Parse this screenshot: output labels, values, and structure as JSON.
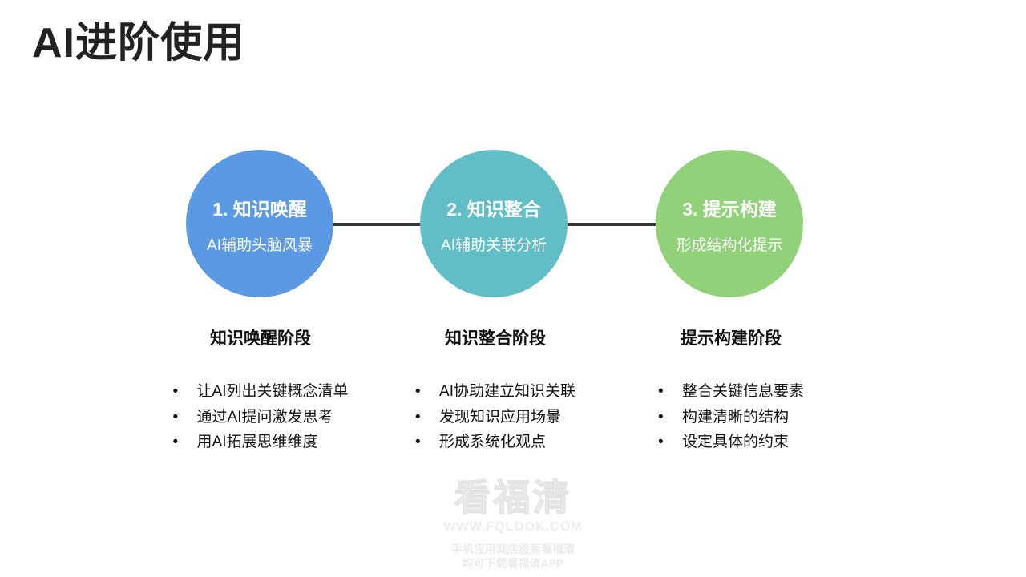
{
  "slide": {
    "title": "AI进阶使用",
    "connector_color": "#333333",
    "stages": [
      {
        "circle_title": "1. 知识唤醒",
        "circle_subtitle": "AI辅助头脑风暴",
        "circle_color": "#5B9AE3",
        "section_heading": "知识唤醒阶段",
        "bullets": [
          "让AI列出关键概念清单",
          "通过AI提问激发思考",
          "用AI拓展思维维度"
        ]
      },
      {
        "circle_title": "2. 知识整合",
        "circle_subtitle": "AI辅助关联分析",
        "circle_color": "#61BEC6",
        "section_heading": "知识整合阶段",
        "bullets": [
          "AI协助建立知识关联",
          "发现知识应用场景",
          "形成系统化观点"
        ]
      },
      {
        "circle_title": "3. 提示构建",
        "circle_subtitle": "形成结构化提示",
        "circle_color": "#90D17A",
        "section_heading": "提示构建阶段",
        "bullets": [
          "整合关键信息要素",
          "构建清晰的结构",
          "设定具体的约束"
        ]
      }
    ]
  },
  "watermark": {
    "brand": "看福清",
    "website": "WWW.FQLOOK.COM",
    "note_line1": "手机应用商店搜索看福清",
    "note_line2": "均可下载看福清APP"
  }
}
